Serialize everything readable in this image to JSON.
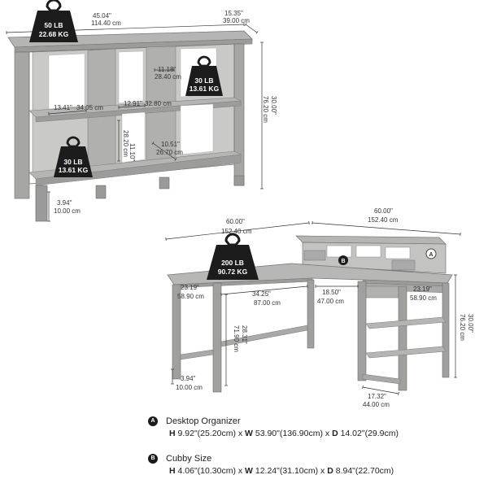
{
  "bookcase": {
    "width_dim": [
      "45.04\"",
      "114.40 cm"
    ],
    "depth_dim": [
      "15.35\"",
      "39.00 cm"
    ],
    "height_dim": [
      "30.00\"",
      "76.20 cm"
    ],
    "top_load": [
      "50 LB",
      "22.68 KG"
    ],
    "cubby_load_right": [
      "30 LB",
      "13.61 KG"
    ],
    "cubby_load_left": [
      "30 LB",
      "13.61 KG"
    ],
    "cubby_height_top": [
      "11.18\"",
      "28.40 cm"
    ],
    "shelf_width_left": [
      "13.41\"",
      "34.05 cm"
    ],
    "shelf_width_mid": [
      "12.91\"",
      "32.80 cm"
    ],
    "cubby_height_bottom": [
      "11.10\"",
      "28.20 cm"
    ],
    "cubby_depth": [
      "10.51\"",
      "26.70 cm"
    ],
    "leg_height": [
      "3.94\"",
      "10.00 cm"
    ]
  },
  "desk": {
    "width_left": [
      "60.00\"",
      "152.40 cm"
    ],
    "width_right": [
      "60.00\"",
      "152.40 cm"
    ],
    "top_load": [
      "200 LB",
      "90.72 KG"
    ],
    "depth_left": [
      "23.19\"",
      "58.90 cm"
    ],
    "depth_right": [
      "23.19\"",
      "58.90 cm"
    ],
    "knee_width": [
      "34.25\"",
      "87.00 cm"
    ],
    "inner_width": [
      "18.50\"",
      "47.00 cm"
    ],
    "knee_height": [
      "28.31\"",
      "71.90 cm"
    ],
    "height": [
      "30.00\"",
      "76.20 cm"
    ],
    "leg_height": [
      "3.94\"",
      "10.00 cm"
    ],
    "shelf_depth": [
      "17.32\"",
      "44.00 cm"
    ],
    "marker_a": "A",
    "marker_b": "B"
  },
  "legend": [
    {
      "badge": "A",
      "title": "Desktop Organizer",
      "h": "H",
      "h_val": " 9.92\"(25.20cm) x ",
      "w": "W",
      "w_val": " 53.90\"(136.90cm) x ",
      "d": "D",
      "d_val": " 14.02\"(29.9cm)"
    },
    {
      "badge": "B",
      "title": "Cubby Size",
      "h": "H",
      "h_val": " 4.06\"(10.30cm) x ",
      "w": "W",
      "w_val": " 12.24\"(31.10cm) x ",
      "d": "D",
      "d_val": " 8.94\"(22.70cm)"
    }
  ],
  "colors": {
    "wood": "#a9a9a7",
    "wood_dark": "#8c8c8a",
    "weight_icon": "#1c1c1c"
  }
}
